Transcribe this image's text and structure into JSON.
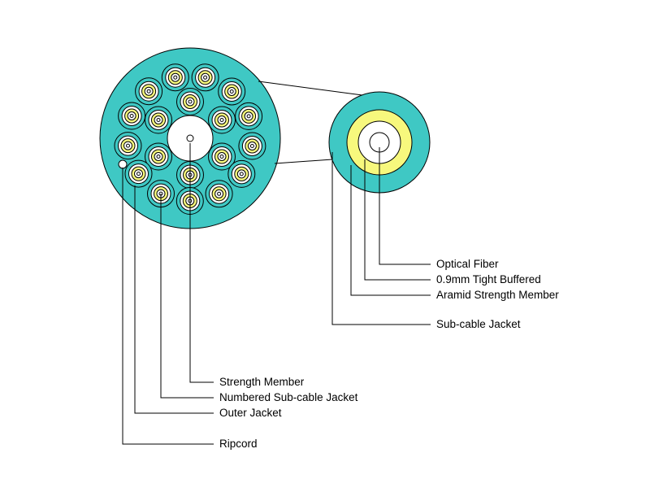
{
  "diagram": {
    "type": "fiber-optic-distribution-cable-cross-section",
    "colors": {
      "jacket": "#3FC8C4",
      "aramid": "#F7F87D",
      "white": "#FFFFFF",
      "line": "#000000",
      "background": "#FFFFFF"
    },
    "main_cable": {
      "inner_ring_count": 6,
      "outer_ring_count": 13,
      "total_sub_cables": 19
    },
    "labels": {
      "optical_fiber": "Optical Fiber",
      "tight_buffered": "0.9mm Tight Buffered",
      "aramid_strength_member": "Aramid Strength Member",
      "sub_cable_jacket": "Sub-cable Jacket",
      "strength_member": "Strength Member",
      "numbered_sub_cable_jacket": "Numbered Sub-cable Jacket",
      "outer_jacket": "Outer Jacket",
      "ripcord": "Ripcord"
    }
  }
}
